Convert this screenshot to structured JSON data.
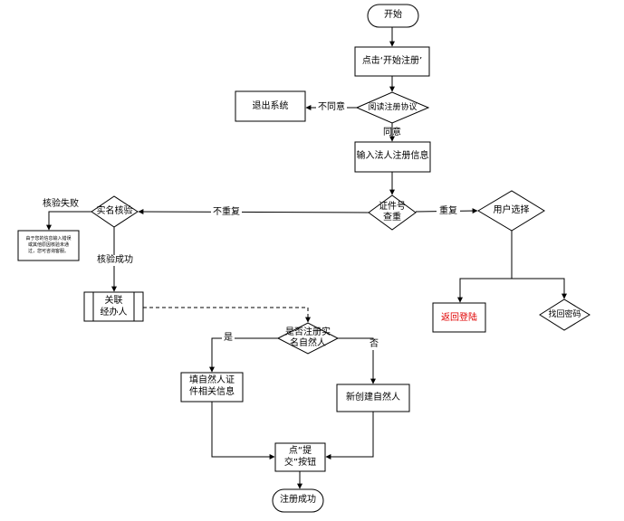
{
  "nodes": {
    "start": "开始",
    "click_start": "点击‘开始注册’",
    "agreement": "阅读注册协议",
    "exit": "退出系统",
    "input_info": "输入法人注册信息",
    "id_check_l1": "证件号",
    "id_check_l2": "查重",
    "user_choice": "用户选择",
    "return_login": "返回登陆",
    "find_password": "找回密码",
    "realname_check": "实名核验",
    "fail_msg_l1": "由于您的信息输入错误",
    "fail_msg_l2": "或其他原因核验未通",
    "fail_msg_l3": "过，您可咨询客服。",
    "link_agent_l1": "关联",
    "link_agent_l2": "经办人",
    "is_registered_l1": "是否注册实",
    "is_registered_l2": "名自然人",
    "fill_cert_l1": "填自然人证",
    "fill_cert_l2": "件相关信息",
    "create_person": "新创建自然人",
    "submit_l1": "点“提",
    "submit_l2": "交”按钮",
    "success": "注册成功"
  },
  "edges": {
    "disagree": "不同意",
    "agree": "同意",
    "not_duplicate": "不重复",
    "duplicate": "重复",
    "check_fail": "核验失败",
    "check_success": "核验成功",
    "yes": "是",
    "no": "否"
  },
  "colors": {
    "stroke": "#000000",
    "highlight_text": "#e00000"
  }
}
